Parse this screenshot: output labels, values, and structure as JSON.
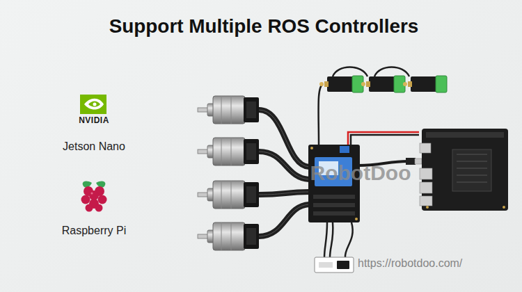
{
  "diagram": {
    "title": "Support Multiple ROS Controllers",
    "labels": [
      "NVIDIA",
      "Jetson Nano",
      "Raspberry Pi",
      "RobotDoo",
      "https://robotdoo.com/"
    ]
  }
}
